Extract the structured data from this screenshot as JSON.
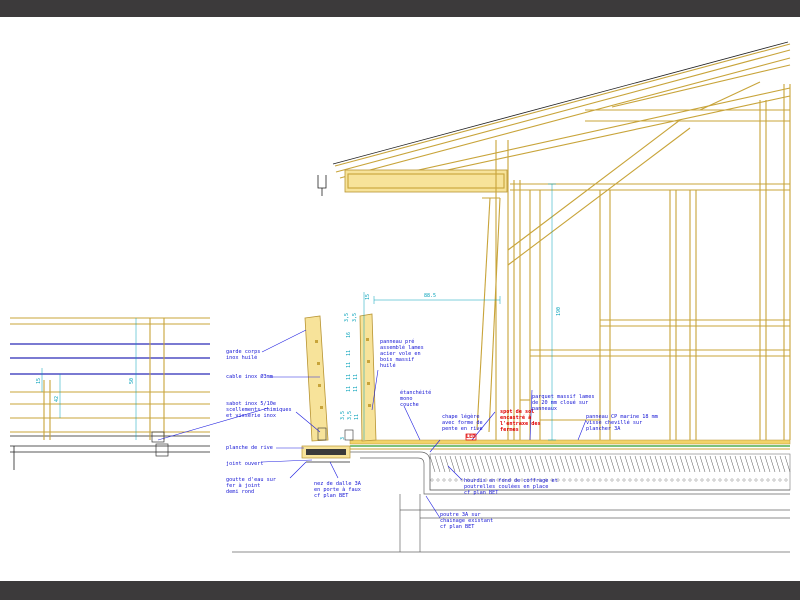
{
  "dimensions": {
    "d_885": "88.5",
    "d_190": "190",
    "d_50": "50",
    "d_15": "15",
    "d_42": "42",
    "post_top": "15",
    "post_s1": "3,5",
    "post_s2": "3,5",
    "post_s3": "16",
    "post_s4": "11",
    "post_s5": "11",
    "post_s6": "11",
    "post_s7": "11",
    "post_s8": "11",
    "post_s9": "11",
    "post_b1": "3,5",
    "post_b2": "3,5",
    "post_b3": "11",
    "post_b4": "3"
  },
  "annotations": {
    "garde_corps": [
      "garde corps",
      "inox huilé"
    ],
    "cable": [
      "cable inox Ø3mm"
    ],
    "sabot": [
      "sabot inox 5/10e",
      "scellements chimiques",
      "et visserie inox"
    ],
    "planche_rive": [
      "planche de rive"
    ],
    "joint": [
      "joint ouvert"
    ],
    "goutte": [
      "goutte d'eau sur",
      "fer à joint",
      "demi rond"
    ],
    "nez_dalle": [
      "nez de dalle 3A",
      "en porte à faux",
      "cf plan BET"
    ],
    "panneau": [
      "panneau pré",
      "assemblé lames",
      "acier vole en",
      "bois massif",
      "huilé"
    ],
    "etancheite": [
      "étanchéité",
      "mono",
      "couche"
    ],
    "chape": [
      "chape légère",
      "avec forme de",
      "pente en rive"
    ],
    "spot": [
      "spot de sol",
      "encastré à",
      "l'entraxe des",
      "fermes"
    ],
    "led": "LED",
    "parquet": [
      "parquet massif lames",
      "de 20 mm cloué sur",
      "panneaux"
    ],
    "panneau_cp": [
      "panneau CP marine 18 mm",
      "vissé chevillé sur",
      "plancher 3A"
    ],
    "hourdis": [
      "hourdis en fond de coffrage et",
      "poutrelles coulées en place",
      "cf plan BET"
    ],
    "poutre": [
      "poutre 3A sur",
      "chainage existant",
      "cf plan BET"
    ]
  },
  "colors": {
    "wood": "#c8a43a",
    "annotation": "#1414d4",
    "dimension": "#00a0b8",
    "alert": "#e00000",
    "frame": "#3c3a3b"
  }
}
